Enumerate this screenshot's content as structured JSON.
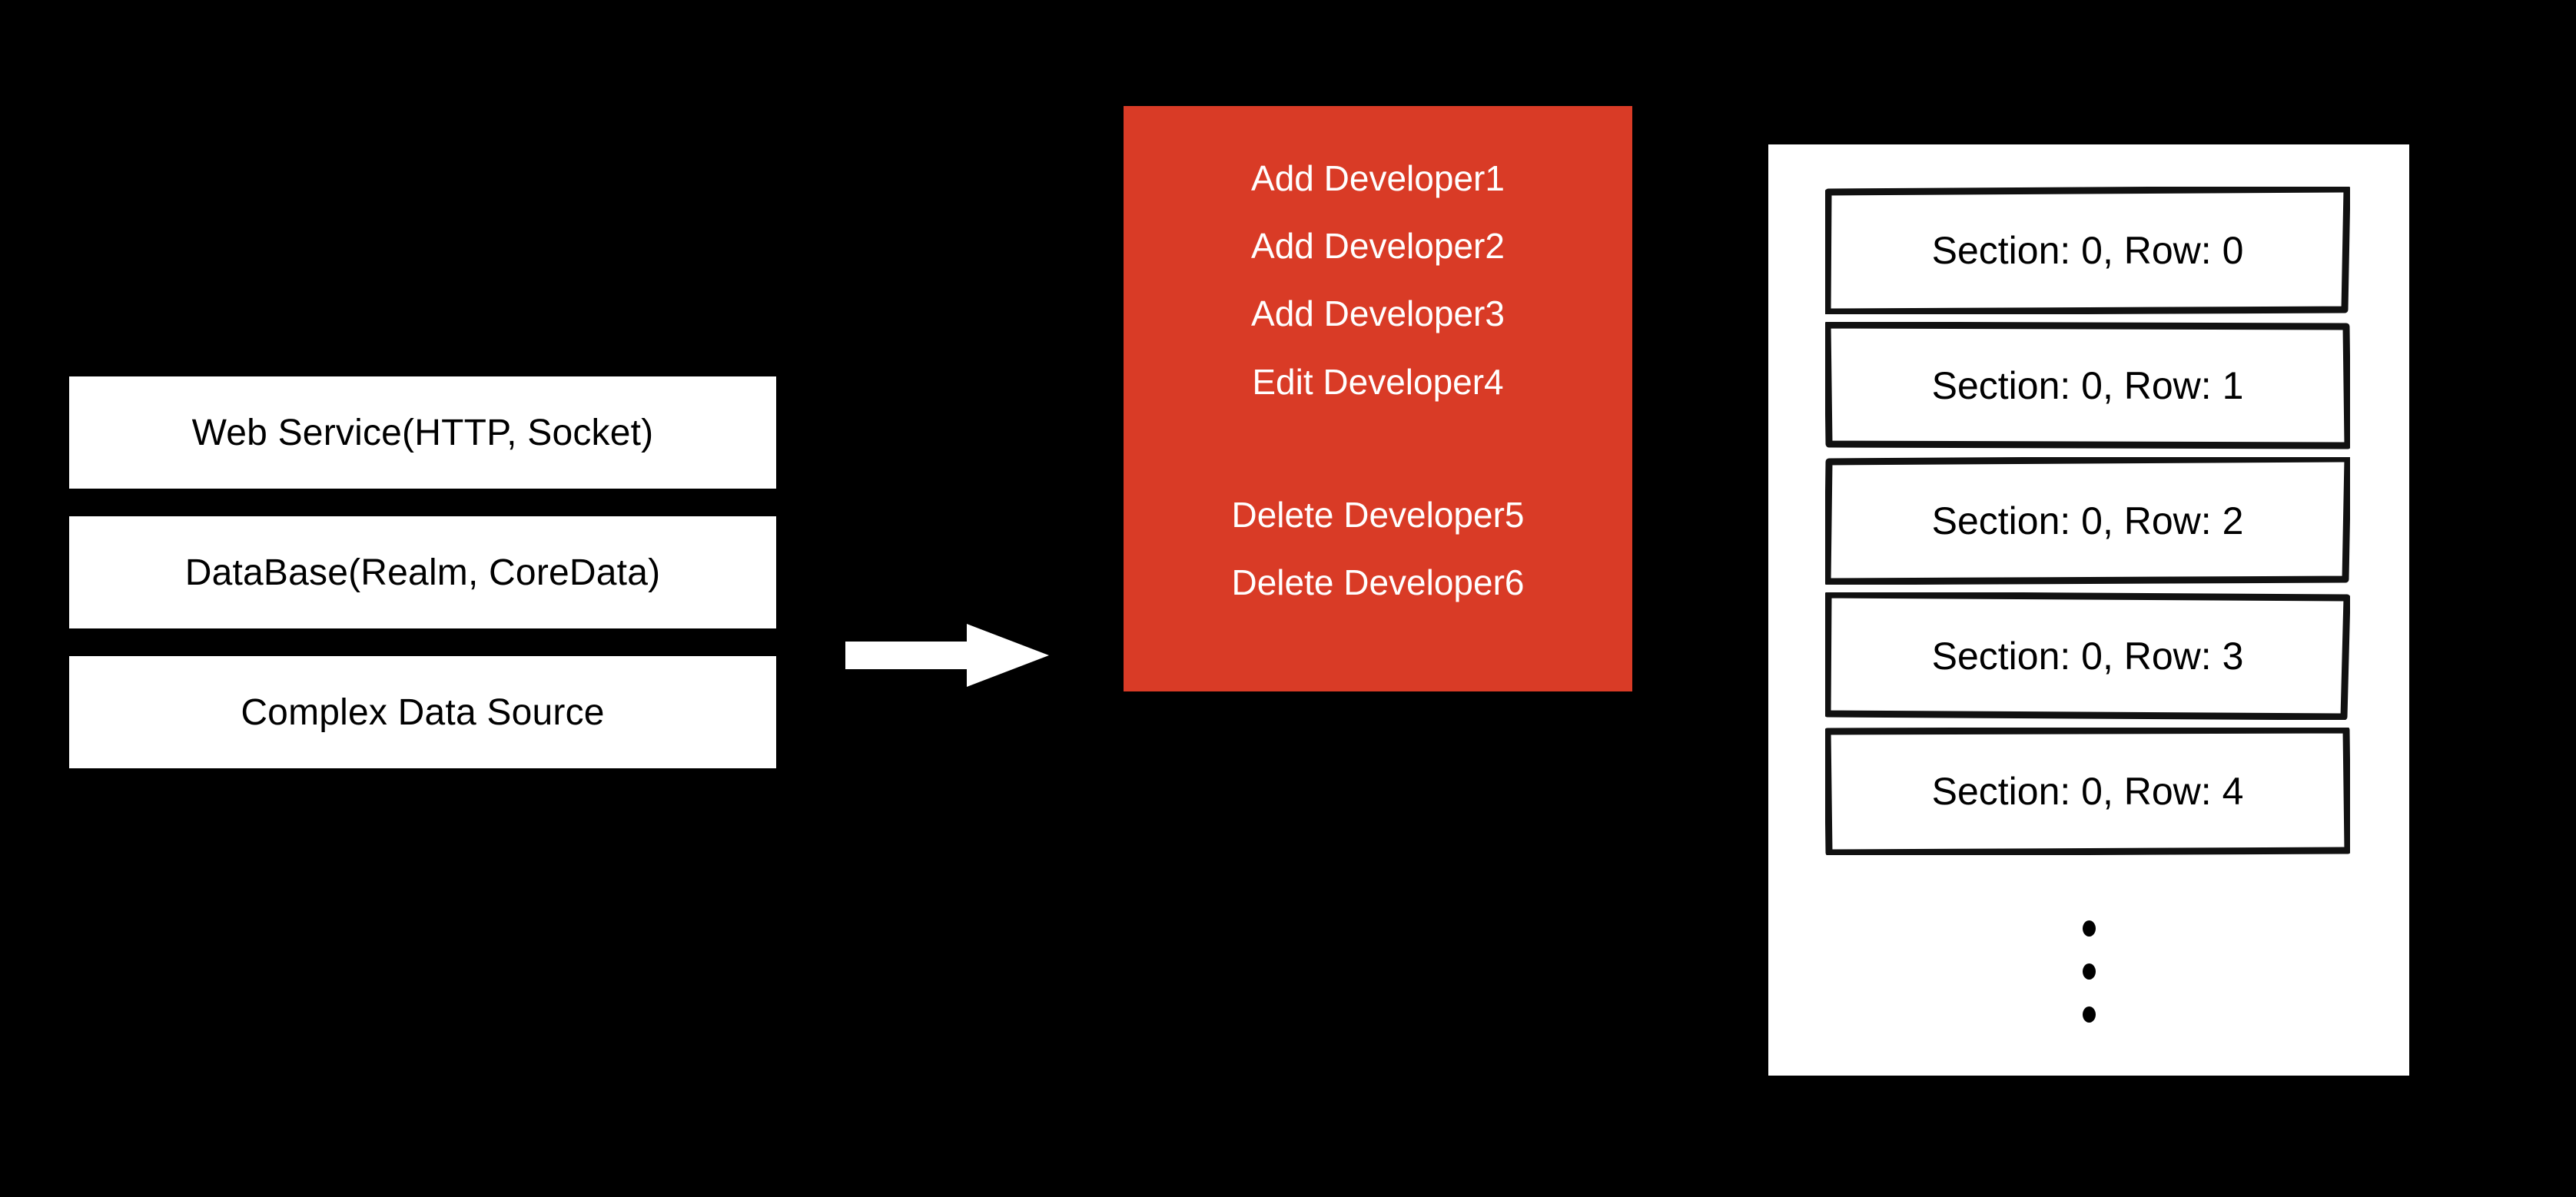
{
  "canvas": {
    "background_color": "#000000"
  },
  "sources": {
    "items": [
      {
        "label": "Web Service(HTTP, Socket)"
      },
      {
        "label": "DataBase(Realm, CoreData)"
      },
      {
        "label": "Complex Data Source"
      }
    ]
  },
  "arrow": {
    "icon": "arrow-right-icon",
    "color": "#ffffff"
  },
  "operations": {
    "background_color": "#d93b26",
    "text_color": "#ffffff",
    "add_group": [
      "Add Developer1",
      "Add Developer2",
      "Add Developer3"
    ],
    "edit_group": [
      "Edit Developer4"
    ],
    "delete_group": [
      "Delete Developer5",
      "Delete Developer6"
    ]
  },
  "table": {
    "background_color": "#ffffff",
    "rows": [
      {
        "label": "Section: 0, Row: 0"
      },
      {
        "label": "Section: 0, Row: 1"
      },
      {
        "label": "Section: 0, Row: 2"
      },
      {
        "label": "Section: 0, Row: 3"
      },
      {
        "label": "Section: 0, Row: 4"
      }
    ],
    "ellipsis": {
      "icon": "vertical-ellipsis-icon",
      "dot_count": 3
    }
  }
}
